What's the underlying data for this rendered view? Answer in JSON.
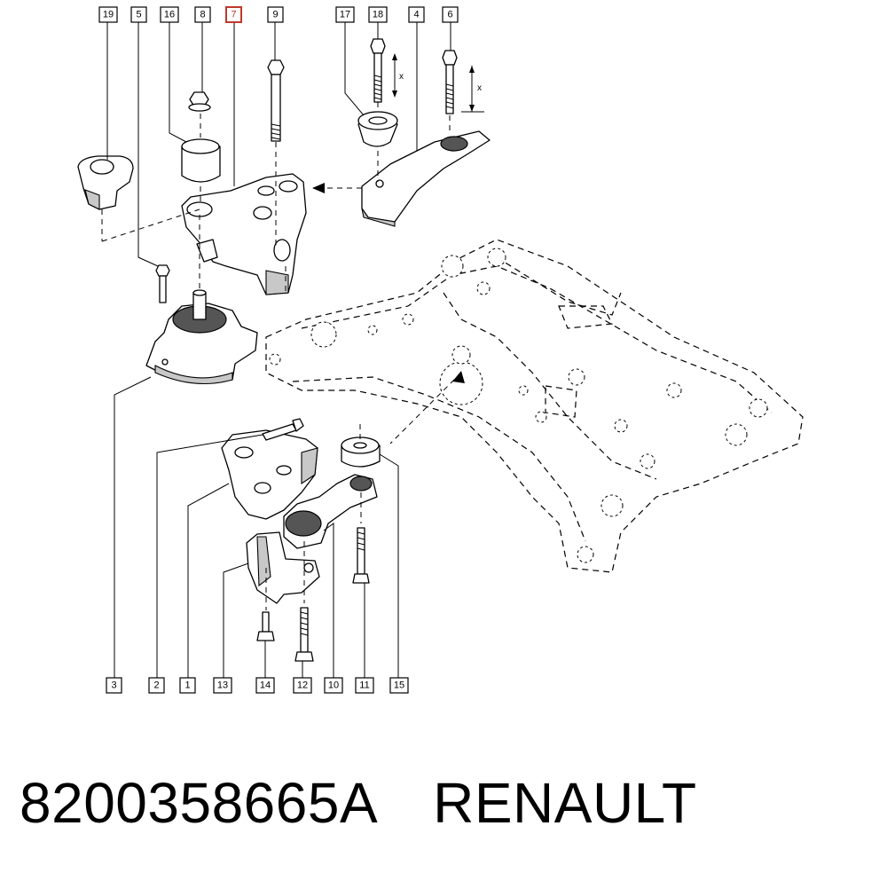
{
  "callouts_top": [
    {
      "id": "19",
      "label": "19",
      "highlight": false
    },
    {
      "id": "5",
      "label": "5",
      "highlight": false
    },
    {
      "id": "16",
      "label": "16",
      "highlight": false
    },
    {
      "id": "8",
      "label": "8",
      "highlight": false
    },
    {
      "id": "7",
      "label": "7",
      "highlight": true
    },
    {
      "id": "9",
      "label": "9",
      "highlight": false
    },
    {
      "id": "17",
      "label": "17",
      "highlight": false
    },
    {
      "id": "18",
      "label": "18",
      "highlight": false
    },
    {
      "id": "4",
      "label": "4",
      "highlight": false
    },
    {
      "id": "6",
      "label": "6",
      "highlight": false
    }
  ],
  "callouts_bottom": [
    {
      "id": "3",
      "label": "3",
      "highlight": false
    },
    {
      "id": "2",
      "label": "2",
      "highlight": false
    },
    {
      "id": "1",
      "label": "1",
      "highlight": false
    },
    {
      "id": "13",
      "label": "13",
      "highlight": false
    },
    {
      "id": "14",
      "label": "14",
      "highlight": false
    },
    {
      "id": "12",
      "label": "12",
      "highlight": false
    },
    {
      "id": "10",
      "label": "10",
      "highlight": false
    },
    {
      "id": "11",
      "label": "11",
      "highlight": false
    },
    {
      "id": "15",
      "label": "15",
      "highlight": false
    }
  ],
  "dimension_labels": {
    "left": "x",
    "right": "x"
  },
  "highlight_color": "#c0392b",
  "footer": {
    "part_number": "8200358665A",
    "brand": "RENAULT"
  }
}
